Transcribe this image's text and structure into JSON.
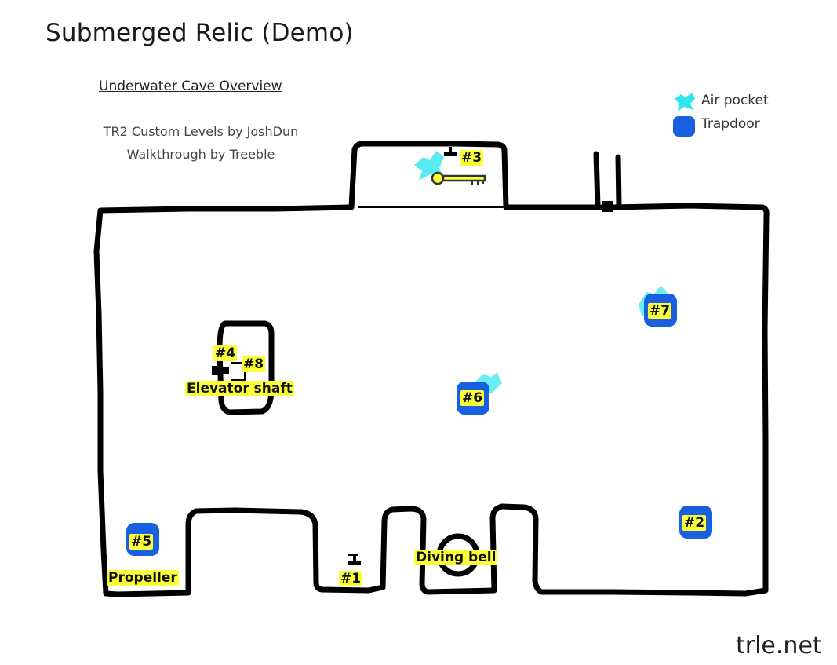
{
  "title": "Submerged Relic (Demo)",
  "heading": "Underwater Cave Overview",
  "credits": [
    "TR2 Custom Levels by JoshDun",
    "Walkthrough by Treeble"
  ],
  "watermark": "trle.net",
  "legend": {
    "air_pocket": {
      "label": "Air pocket",
      "color": "#2ee6ee"
    },
    "trapdoor": {
      "label": "Trapdoor",
      "color": "#1860e0"
    }
  },
  "markers": {
    "m1": "#1",
    "m2": "#2",
    "m3": "#3",
    "m4": "#4",
    "m5": "#5",
    "m6": "#6",
    "m7": "#7",
    "m8": "#8"
  },
  "places": {
    "elevator": "Elevator shaft",
    "diving_bell": "Diving bell",
    "propeller": "Propeller"
  },
  "highlight_color": "#fbff37",
  "outline_color": "#000000"
}
